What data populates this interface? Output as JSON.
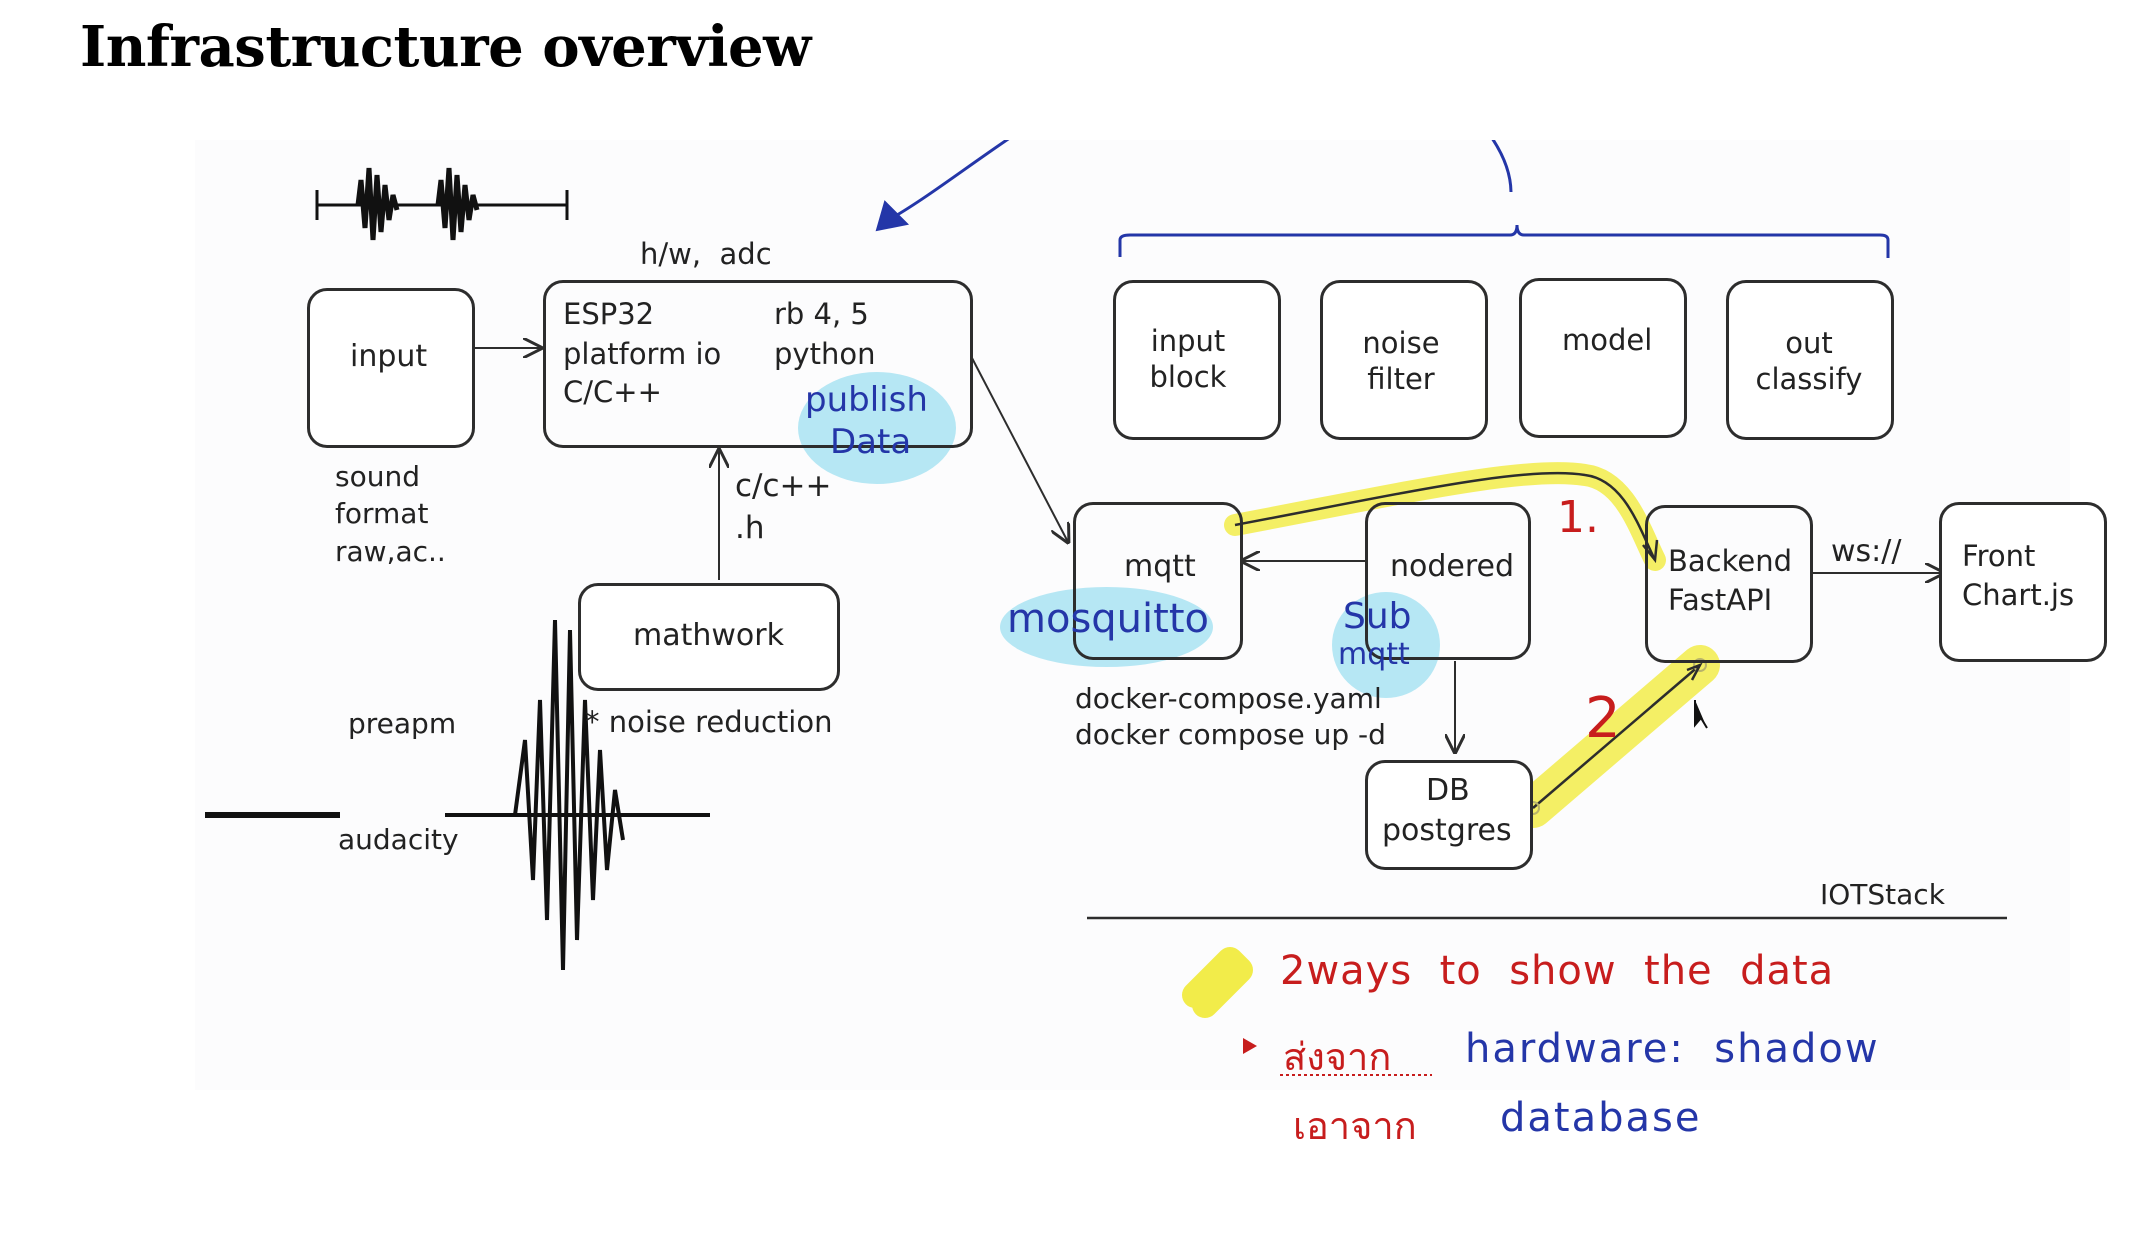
{
  "title": "Infrastructure overview",
  "left": {
    "hw_label": "h/w,  adc",
    "input_box": "input",
    "input_note": [
      "sound",
      "format",
      "raw,ac.."
    ],
    "esp_box": {
      "col1": [
        "ESP32",
        "platform io",
        "C/C++"
      ],
      "col2": [
        "rb 4, 5",
        "python"
      ]
    },
    "publish_note": [
      "publish",
      "Data"
    ],
    "cpp_label": [
      "c/c++",
      ".h"
    ],
    "mathwork_box": "mathwork",
    "noise_note": "* noise reduction",
    "preapm": "preapm",
    "audacity": "audacity"
  },
  "pipeline": [
    "input block",
    "noise filter",
    "model",
    "out classify"
  ],
  "right": {
    "mqtt_box": "mqtt",
    "mosquitto": "mosquitto",
    "nodered_box": "nodered",
    "sub_note": [
      "Sub",
      "mqtt"
    ],
    "docker_note": [
      "docker-compose.yaml",
      "docker compose up -d"
    ],
    "db_box": [
      "DB",
      "postgres"
    ],
    "backend_box": [
      "Backend",
      "FastAPI"
    ],
    "ws_label": "ws://",
    "front_box": [
      "Front",
      "Chart.js"
    ],
    "marker1": "1.",
    "marker2": "2",
    "iotstack": "IOTStack"
  },
  "notes": {
    "heading": "2ways  to  show  the  data",
    "line1_thai": "ส่งจาก",
    "line1_rest": "hardware:  shadow",
    "line2_thai": "เอาจาก",
    "line2_rest": "database"
  },
  "colors": {
    "ink_blue": "#2436a8",
    "ink_red": "#c71d1d",
    "highlight_yellow": "#f2ec4a",
    "highlight_blue": "#a9e3f2"
  }
}
